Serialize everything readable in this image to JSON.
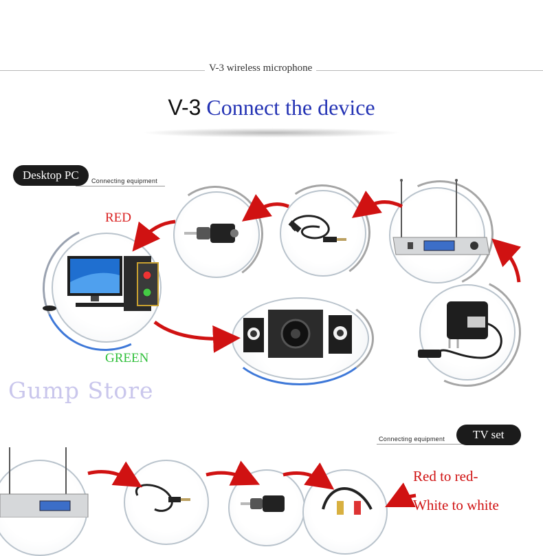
{
  "header": {
    "product_name": "V-3 wireless microphone",
    "title_model": "V-3",
    "title_text": "Connect the device"
  },
  "section_pc": {
    "badge": "Desktop PC",
    "sub_label": "Connecting equipment",
    "label_red": "RED",
    "label_green": "GREEN"
  },
  "watermark": "Gump Store",
  "section_tv": {
    "badge": "TV set",
    "sub_label": "Connecting equipment",
    "note_line1": "Red to red-",
    "note_line2": "White to white"
  },
  "colors": {
    "title_blue": "#2433b4",
    "arrow_red": "#d01212",
    "label_red": "#d92020",
    "label_green": "#2fbf3a",
    "watermark": "#c9c6ec"
  },
  "icons": [
    "receiver-icon",
    "audio-cable-icon",
    "jack-adapter-icon",
    "desktop-pc-icon",
    "speakers-icon",
    "power-adapter-icon",
    "rca-cable-icon"
  ]
}
